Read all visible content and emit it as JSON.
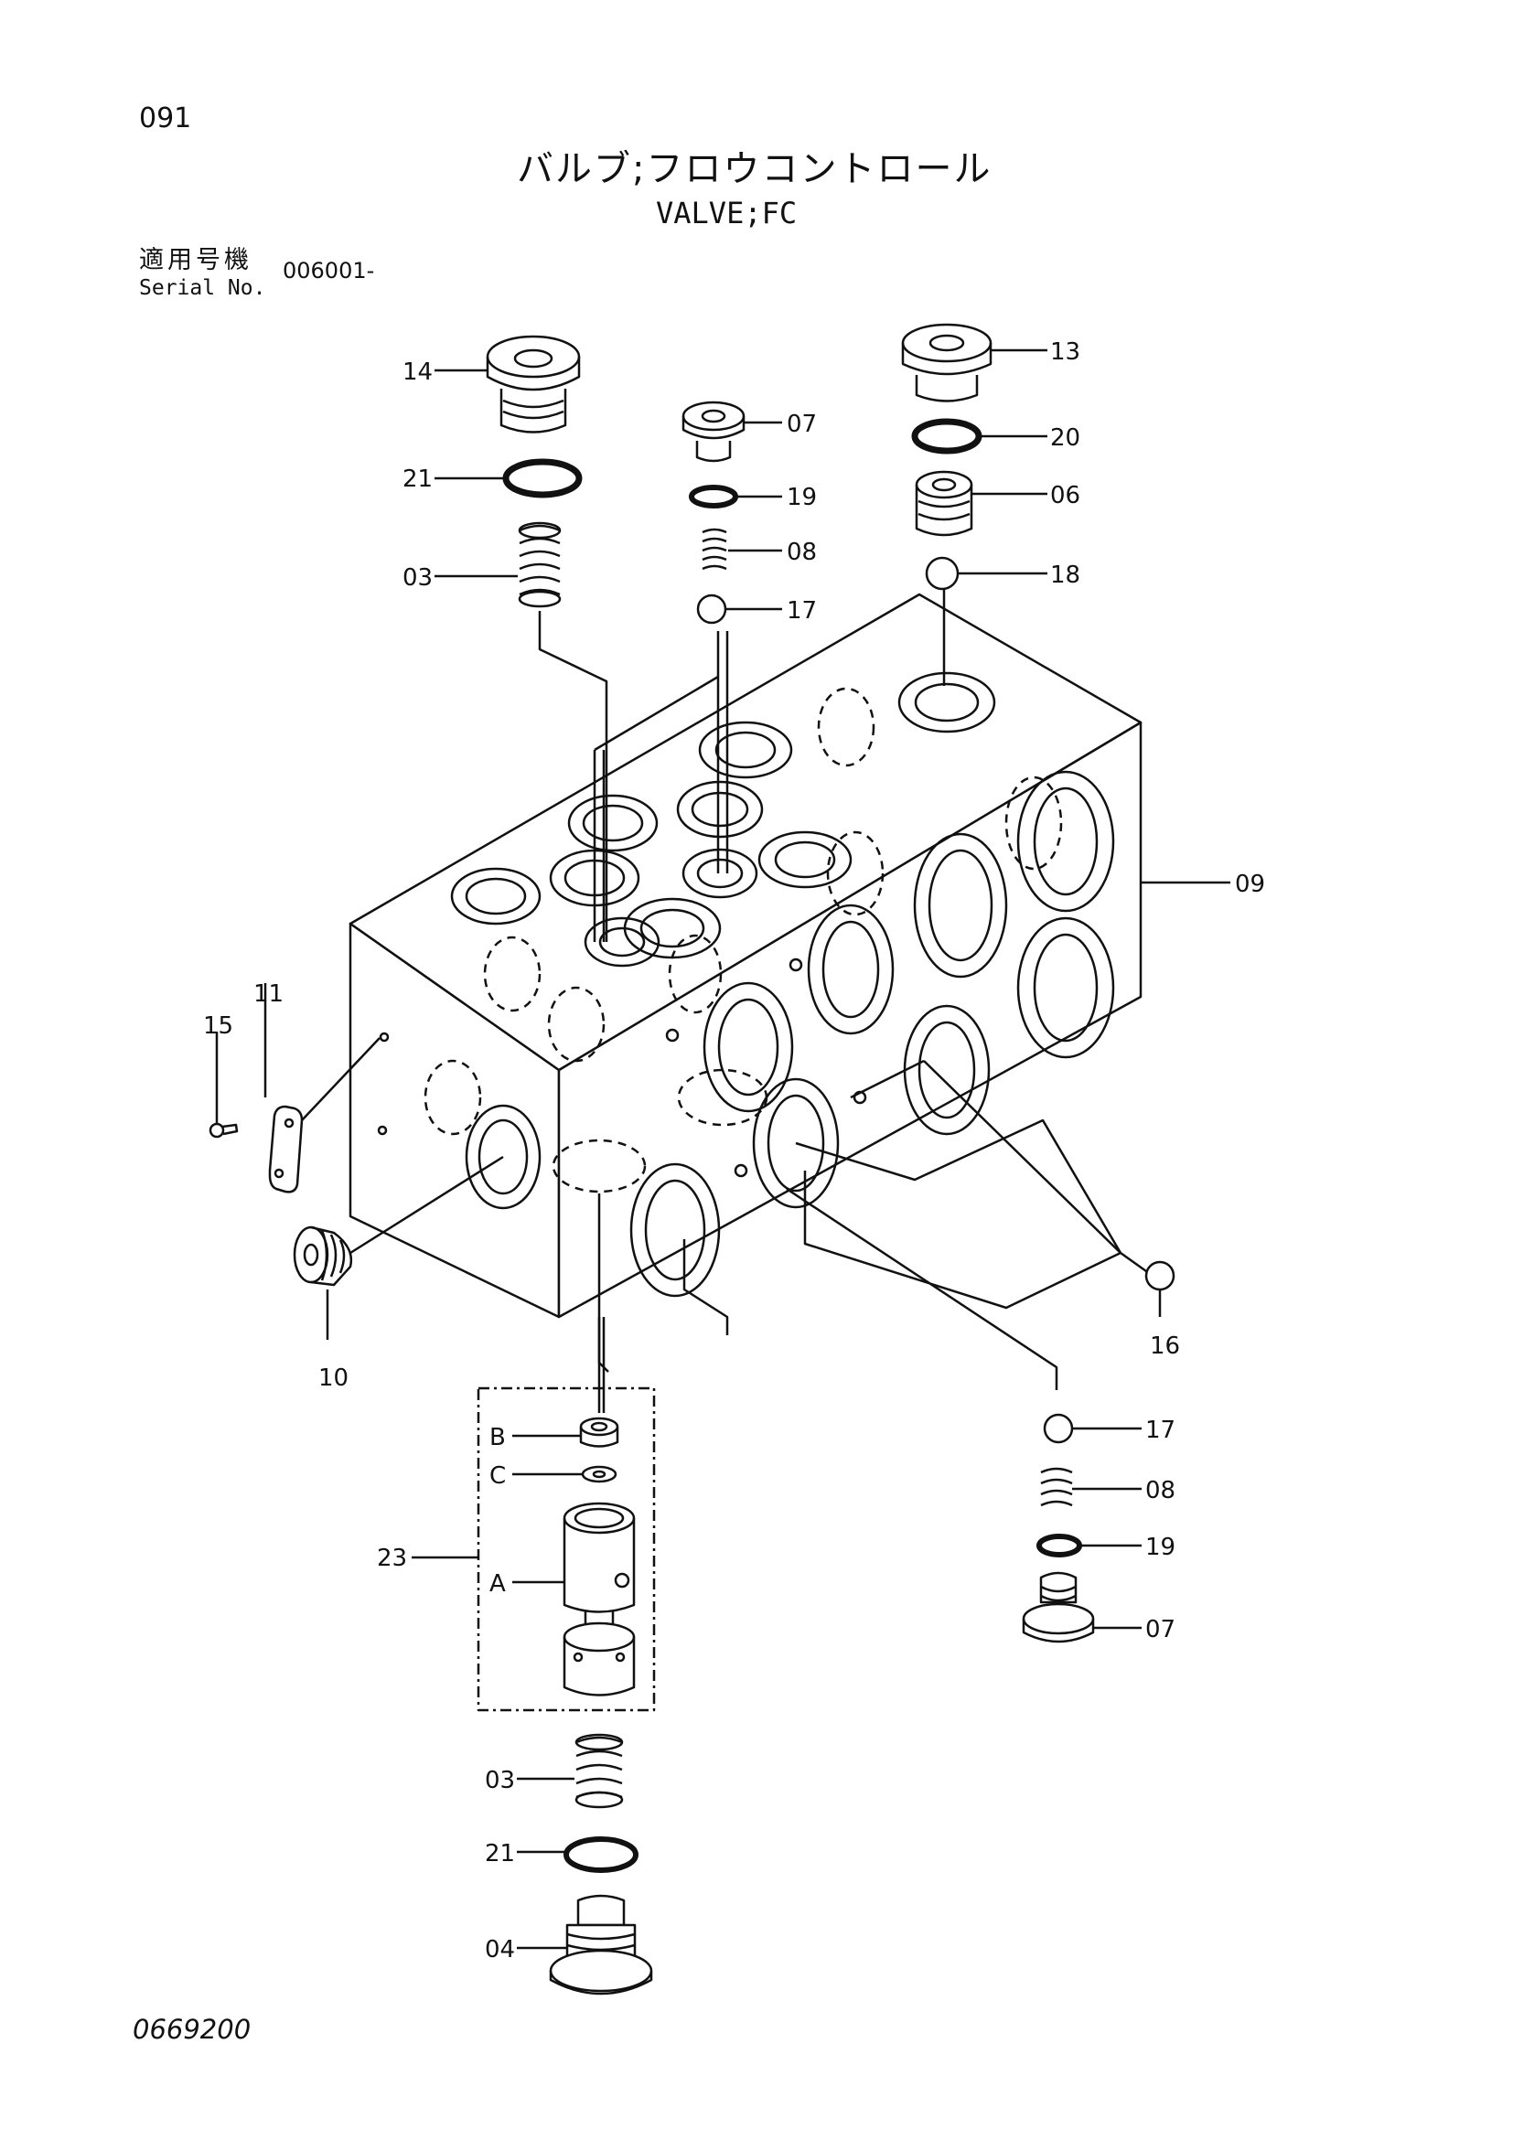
{
  "header": {
    "page_number": "091",
    "title_jp": "バルブ;フロウコントロール",
    "title_en": "VALVE;FC",
    "serial_label_jp": "適用号機",
    "serial_label_en": "Serial No.",
    "serial_value": "006001-"
  },
  "footer": {
    "drawing_number": "0669200"
  },
  "callouts": [
    {
      "id": "c14",
      "label": "14"
    },
    {
      "id": "c21a",
      "label": "21"
    },
    {
      "id": "c03a",
      "label": "03"
    },
    {
      "id": "c07a",
      "label": "07"
    },
    {
      "id": "c19a",
      "label": "19"
    },
    {
      "id": "c08a",
      "label": "08"
    },
    {
      "id": "c17a",
      "label": "17"
    },
    {
      "id": "c13",
      "label": "13"
    },
    {
      "id": "c20",
      "label": "20"
    },
    {
      "id": "c06",
      "label": "06"
    },
    {
      "id": "c18",
      "label": "18"
    },
    {
      "id": "c09",
      "label": "09"
    },
    {
      "id": "c11",
      "label": "11"
    },
    {
      "id": "c15",
      "label": "15"
    },
    {
      "id": "c10",
      "label": "10"
    },
    {
      "id": "c16",
      "label": "16"
    },
    {
      "id": "c17b",
      "label": "17"
    },
    {
      "id": "c08b",
      "label": "08"
    },
    {
      "id": "c19b",
      "label": "19"
    },
    {
      "id": "c07b",
      "label": "07"
    },
    {
      "id": "cB",
      "label": "B"
    },
    {
      "id": "cC",
      "label": "C"
    },
    {
      "id": "c23",
      "label": "23"
    },
    {
      "id": "cA",
      "label": "A"
    },
    {
      "id": "c03b",
      "label": "03"
    },
    {
      "id": "c21b",
      "label": "21"
    },
    {
      "id": "c04",
      "label": "04"
    }
  ]
}
